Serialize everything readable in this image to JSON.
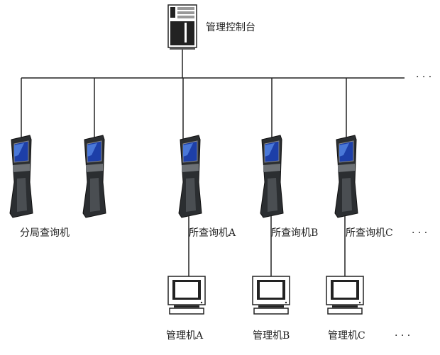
{
  "console": {
    "label": "管理控制台"
  },
  "bus_more": "· · ·",
  "kiosks": [
    {
      "label": "分局查询机"
    },
    {
      "label": ""
    },
    {
      "label": "所查询机A"
    },
    {
      "label": "所查询机B"
    },
    {
      "label": "所查询机C"
    }
  ],
  "kiosks_more": "· · ·",
  "managers": [
    {
      "label": "管理机A"
    },
    {
      "label": "管理机B"
    },
    {
      "label": "管理机C"
    }
  ],
  "managers_more": "· · ·"
}
